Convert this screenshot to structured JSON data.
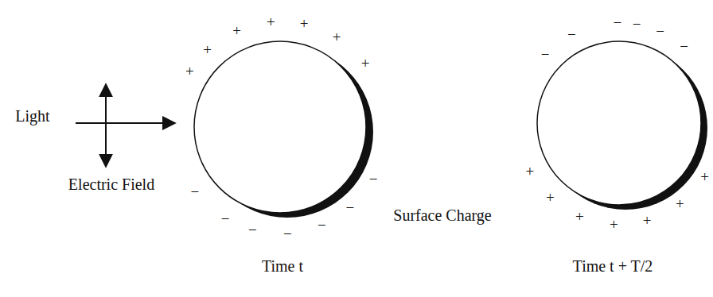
{
  "diagram": {
    "labels": [
      "Light",
      "Electric Field",
      "+",
      "+",
      "+",
      "+",
      "+",
      "+",
      "+",
      "−",
      "−",
      "−",
      "−",
      "−",
      "−",
      "−",
      "Time t",
      "Surface Charge",
      "−",
      "−",
      "−",
      "−",
      "−",
      "−",
      "+",
      "+",
      "+",
      "+",
      "+",
      "+",
      "+",
      "Time t + T/2"
    ]
  }
}
